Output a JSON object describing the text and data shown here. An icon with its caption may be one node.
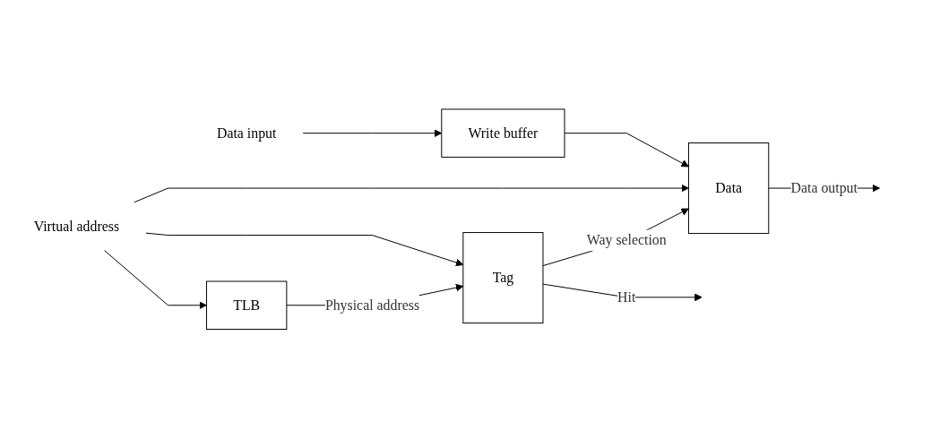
{
  "diagram": {
    "nodes": [
      {
        "text": [
          "Data input"
        ]
      },
      {
        "text": [
          "Write buffer"
        ]
      },
      {
        "text": [
          "Virtual address"
        ]
      },
      {
        "text": [
          "TLB"
        ]
      },
      {
        "text": [
          "Tag"
        ]
      },
      {
        "text": [
          "Data"
        ]
      }
    ],
    "edges": [
      {
        "from": 0,
        "to": 1,
        "arrow": "to"
      },
      {
        "from": 1,
        "to": 5,
        "arrow": "to"
      },
      {
        "from": 2,
        "to": 3,
        "arrow": "to"
      },
      {
        "from": 2,
        "to": 4,
        "arrow": "to"
      },
      {
        "from": 2,
        "to": 5,
        "arrow": "to"
      },
      {
        "from": 3,
        "to": 4,
        "label": "Physical address",
        "arrow": "to"
      },
      {
        "from": 4,
        "to": 5,
        "label": "Way selection",
        "arrow": "to"
      },
      {
        "from": 4,
        "to": null,
        "label": "Hit",
        "arrow": "to"
      },
      {
        "from": 5,
        "to": null,
        "label": "Data output",
        "arrow": "to"
      }
    ]
  }
}
